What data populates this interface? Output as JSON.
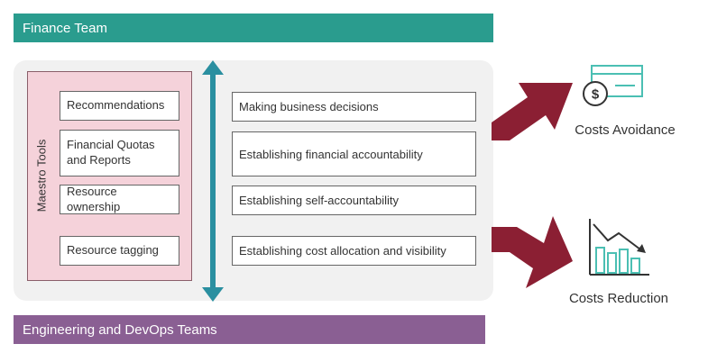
{
  "banners": {
    "finance": "Finance Team",
    "engineering": "Engineering and DevOps Teams"
  },
  "tools": {
    "label": "Maestro Tools",
    "items": [
      "Recommendations",
      "Financial Quotas and Reports",
      "Resource ownership",
      "Resource tagging"
    ]
  },
  "tasks": [
    "Making business decisions",
    "Establishing financial accountability",
    "Establishing self-accountability",
    "Establishing cost allocation and visibility"
  ],
  "outcomes": {
    "avoidance": "Costs Avoidance",
    "reduction": "Costs Reduction"
  },
  "colors": {
    "finance_banner": "#2a9c8e",
    "engineering_banner": "#8a5f93",
    "tools_background": "#f5d2da",
    "double_arrow": "#2a8fa0",
    "outcome_arrow": "#8b1f33",
    "icon_stroke": "#4bbfb3"
  },
  "icons": [
    "dollar-card-icon",
    "declining-chart-icon"
  ]
}
